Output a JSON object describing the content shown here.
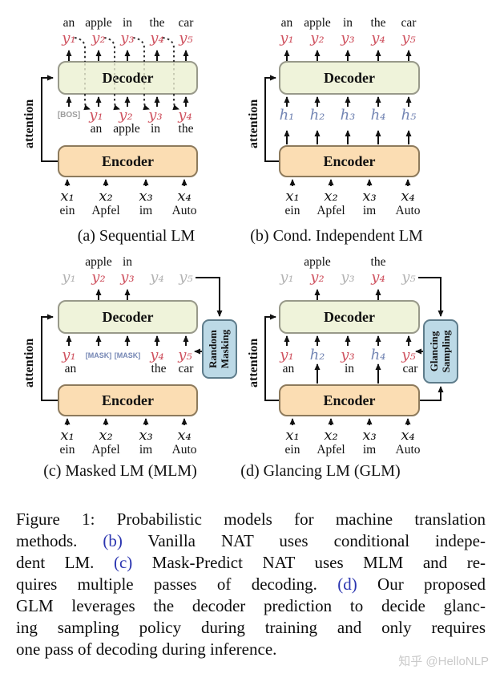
{
  "figure": {
    "panels": {
      "a": {
        "caption": "(a) Sequential LM",
        "top_words": [
          "an",
          "apple",
          "in",
          "the",
          "car"
        ],
        "top_tokens": [
          "y₁",
          "y₂",
          "y₃",
          "y₄",
          "y₅"
        ],
        "decoder_label": "Decoder",
        "encoder_label": "Encoder",
        "attention_label": "attention",
        "bos_token": "[BOS]",
        "input_tokens": [
          "y₁",
          "y₂",
          "y₃",
          "y₄"
        ],
        "input_words": [
          "an",
          "apple",
          "in",
          "the"
        ],
        "x_tokens": [
          "x₁",
          "x₂",
          "x₃",
          "x₄"
        ],
        "x_words": [
          "ein",
          "Apfel",
          "im",
          "Auto"
        ]
      },
      "b": {
        "caption": "(b) Cond. Independent LM",
        "top_words": [
          "an",
          "apple",
          "in",
          "the",
          "car"
        ],
        "top_tokens": [
          "y₁",
          "y₂",
          "y₃",
          "y₄",
          "y₅"
        ],
        "decoder_label": "Decoder",
        "encoder_label": "Encoder",
        "attention_label": "attention",
        "hidden_tokens": [
          "h₁",
          "h₂",
          "h₃",
          "h₄",
          "h₅"
        ],
        "x_tokens": [
          "x₁",
          "x₂",
          "x₃",
          "x₄"
        ],
        "x_words": [
          "ein",
          "Apfel",
          "im",
          "Auto"
        ]
      },
      "c": {
        "caption": "(c) Masked LM (MLM)",
        "top_words": [
          "apple",
          "in"
        ],
        "top_tokens": [
          "y₁",
          "y₂",
          "y₃",
          "y₄",
          "y₅"
        ],
        "decoder_label": "Decoder",
        "encoder_label": "Encoder",
        "attention_label": "attention",
        "masking_label": "Random Masking",
        "input_tokens": [
          "y₁",
          "[MASK]",
          "[MASK]",
          "y₄",
          "y₅"
        ],
        "input_words": [
          "an",
          "the",
          "car"
        ],
        "x_tokens": [
          "x₁",
          "x₂",
          "x₃",
          "x₄"
        ],
        "x_words": [
          "ein",
          "Apfel",
          "im",
          "Auto"
        ]
      },
      "d": {
        "caption": "(d) Glancing LM (GLM)",
        "top_words": [
          "apple",
          "the"
        ],
        "top_tokens": [
          "y₁",
          "y₂",
          "y₃",
          "y₄",
          "y₅"
        ],
        "decoder_label": "Decoder",
        "encoder_label": "Encoder",
        "attention_label": "attention",
        "sampling_label": "Glancing Sampling",
        "input_tokens": [
          "y₁",
          "h₂",
          "y₃",
          "h₄",
          "y₅"
        ],
        "input_words": [
          "an",
          "in",
          "car"
        ],
        "x_tokens": [
          "x₁",
          "x₂",
          "x₃",
          "x₄"
        ],
        "x_words": [
          "ein",
          "Apfel",
          "im",
          "Auto"
        ]
      }
    },
    "caption_lines": [
      [
        {
          "t": "Figure 1: Probabilistic models for machine translation"
        }
      ],
      [
        {
          "t": "methods.  "
        },
        {
          "t": "(b)"
        },
        {
          "t": " Vanilla NAT uses conditional indepe-"
        }
      ],
      [
        {
          "t": "dent LM. "
        },
        {
          "t": "(c)"
        },
        {
          "t": " Mask-Predict NAT uses MLM and re-"
        }
      ],
      [
        {
          "t": "quires multiple passes of decoding. "
        },
        {
          "t": "(d)"
        },
        {
          "t": " Our proposed"
        }
      ],
      [
        {
          "t": "GLM leverages the decoder prediction to decide glanc-"
        }
      ],
      [
        {
          "t": "ing sampling policy during training and only requires"
        }
      ],
      [
        {
          "t": "one pass of decoding during inference."
        }
      ]
    ],
    "watermark": "知乎 @HelloNLP",
    "colors": {
      "target_red": "#cf5360",
      "hidden_blue": "#7486b4",
      "faded_gray": "#b3b3b3",
      "decoder_fill": "#eff3da",
      "encoder_fill": "#fbddb3",
      "module_fill": "#bcd9e6",
      "ref_blue": "#2b35b0"
    }
  }
}
